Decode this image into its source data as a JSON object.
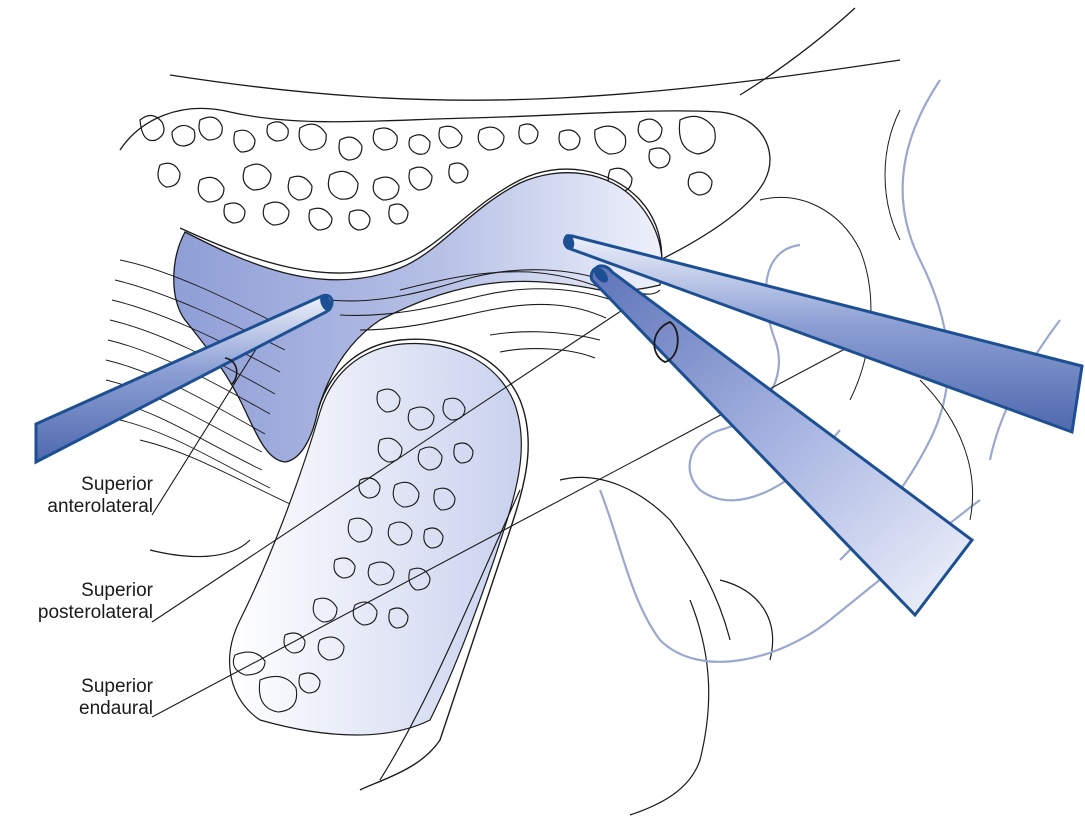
{
  "labels": [
    {
      "line1": "Superior",
      "line2": "anterolateral"
    },
    {
      "line1": "Superior",
      "line2": "posterolateral"
    },
    {
      "line1": "Superior",
      "line2": "endaural"
    }
  ],
  "colors": {
    "cannula_stroke": "#1d4f93",
    "cannula_fill": "#8b9fd2",
    "joint_space": "#a9b5e0",
    "bone_outline": "#1a1a1a",
    "ear_outline": "#9aa8cf"
  },
  "icons": [
    "cannula-anterolateral-icon",
    "cannula-posterolateral-icon",
    "cannula-endaural-icon"
  ]
}
